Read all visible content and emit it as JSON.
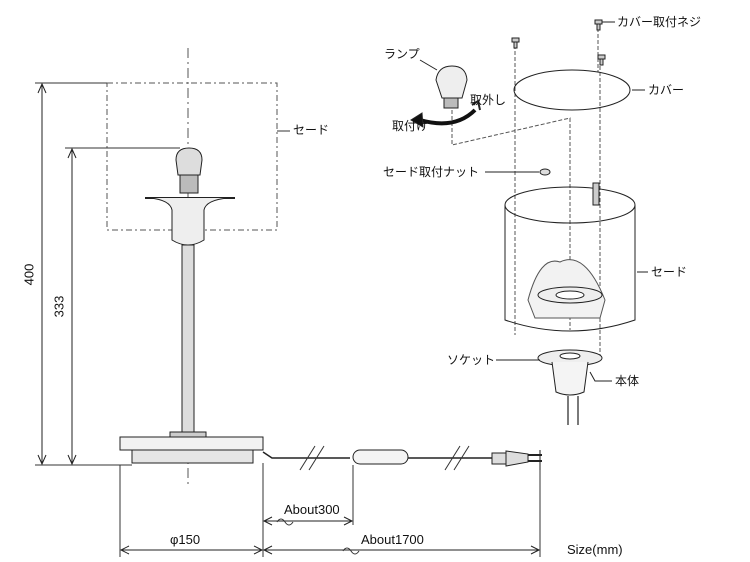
{
  "side_view": {
    "shade_label": "セード",
    "dim_total_height": "400",
    "dim_lamp_height": "333",
    "dim_base_diameter": "φ150",
    "dim_switch_distance": "About300",
    "dim_cord_length": "About1700",
    "units": "Size(mm)"
  },
  "exploded_view": {
    "lamp": "ランプ",
    "remove": "取外し",
    "attach": "取付け",
    "cover_screw": "カバー取付ネジ",
    "cover": "カバー",
    "shade_nut": "セード取付ナット",
    "shade": "セード",
    "socket": "ソケット",
    "body": "本体"
  }
}
